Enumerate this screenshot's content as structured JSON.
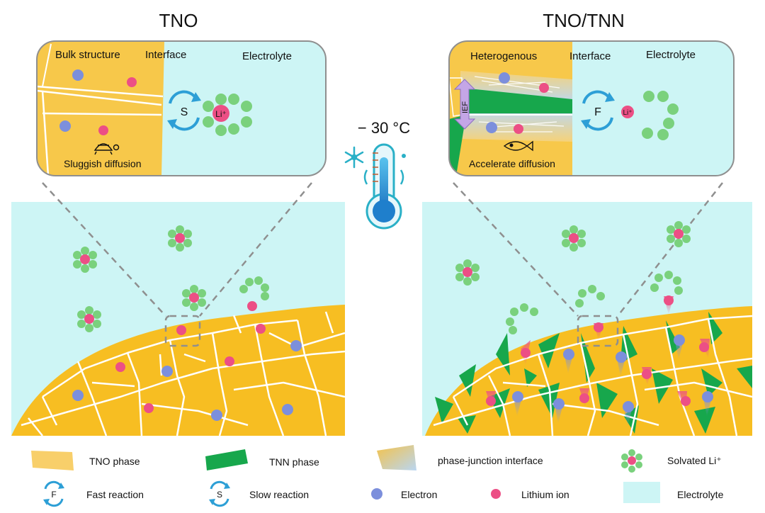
{
  "left_panel": {
    "title": "TNO",
    "inset": {
      "bulk_label": "Bulk structure",
      "interface_label": "Interface",
      "electrolyte_label": "Electrolyte",
      "reaction_symbol": "S",
      "li_label": "Li⁺",
      "diffusion_label": "Sluggish diffusion",
      "diffusion_icon": "turtle-icon"
    }
  },
  "center": {
    "temperature": "− 30 °C",
    "icons": [
      "snowflake-icon",
      "thermometer-icon"
    ]
  },
  "right_panel": {
    "title": "TNO/TNN",
    "inset": {
      "heterogenous_label": "Heterogenous",
      "interface_label": "Interface",
      "electrolyte_label": "Electrolyte",
      "field_label": "IEF",
      "reaction_symbol": "F",
      "li_label": "Li⁺",
      "diffusion_label": "Accelerate diffusion",
      "diffusion_icon": "fish-icon"
    }
  },
  "legend": [
    {
      "id": "tno-phase",
      "label": "TNO phase"
    },
    {
      "id": "tnn-phase",
      "label": "TNN phase"
    },
    {
      "id": "phase-junction",
      "label": "phase-junction interface"
    },
    {
      "id": "solvated-li",
      "label": "Solvated Li⁺"
    },
    {
      "id": "fast-reaction",
      "label": "Fast reaction",
      "symbol": "F"
    },
    {
      "id": "slow-reaction",
      "label": "Slow reaction",
      "symbol": "S"
    },
    {
      "id": "electron",
      "label": "Electron"
    },
    {
      "id": "lithium-ion",
      "label": "Lithium ion"
    },
    {
      "id": "electrolyte",
      "label": "Electrolyte"
    }
  ],
  "colors": {
    "tno": "#f7be22",
    "tno_light": "#f8d070",
    "tnn": "#17a74c",
    "electrolyte": "#cdf5f5",
    "electron": "#7c8fdc",
    "lithium": "#ec4f85",
    "solvent": "#7ad17d",
    "reaction_arrow": "#2d9fd6"
  }
}
